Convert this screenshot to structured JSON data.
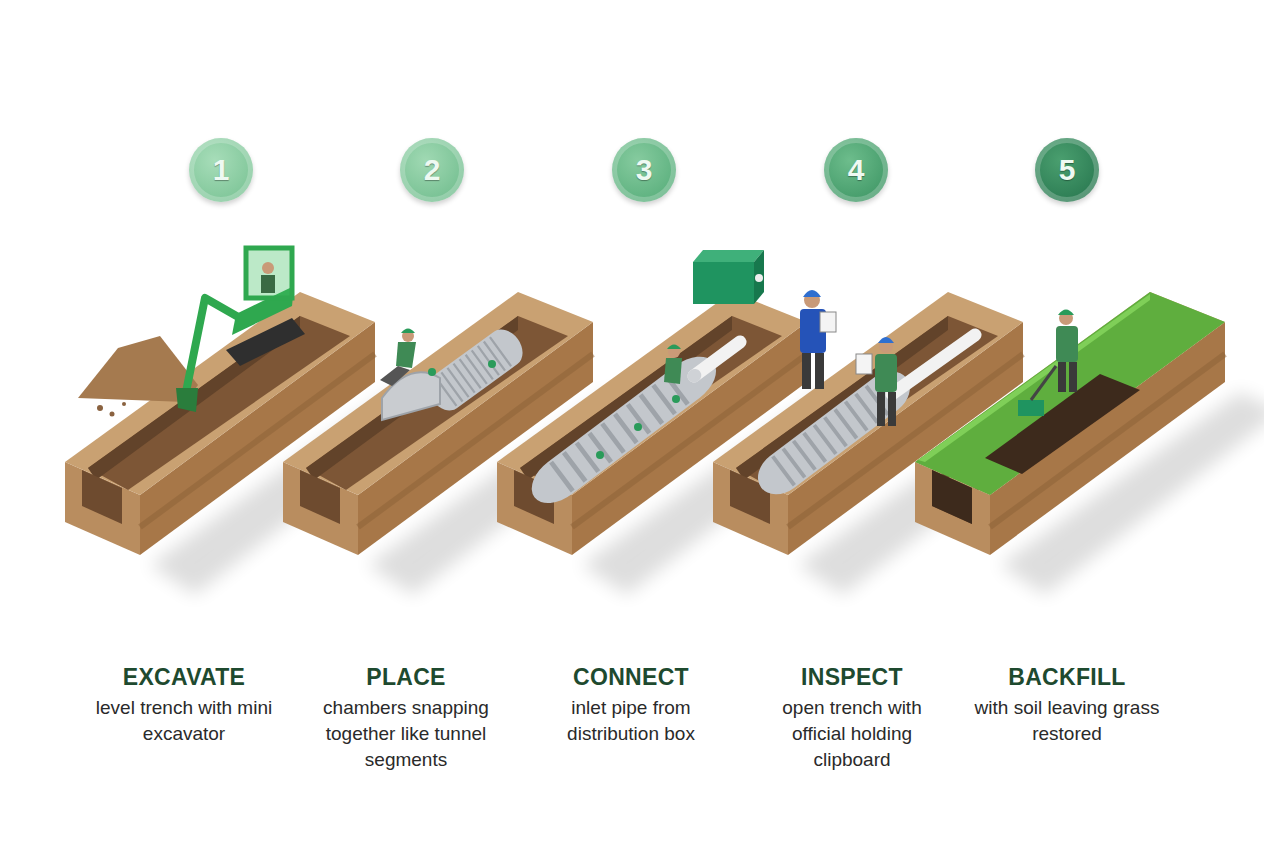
{
  "diagram": {
    "nodes": [
      {
        "text": [
          "1"
        ]
      },
      {
        "text": [
          "2"
        ]
      },
      {
        "text": [
          "3"
        ]
      },
      {
        "text": [
          "4"
        ]
      },
      {
        "text": [
          "5"
        ]
      }
    ],
    "labels": [
      "EXCAVATE",
      "level trench with mini excavator",
      "PLACE",
      "chambers snapping together like tunnel segments",
      "CONNECT",
      "inlet pipe from distribution box",
      "INSPECT",
      "open trench with official holding clipboard",
      "BACKFILL",
      "with soil leaving grass restored"
    ]
  }
}
